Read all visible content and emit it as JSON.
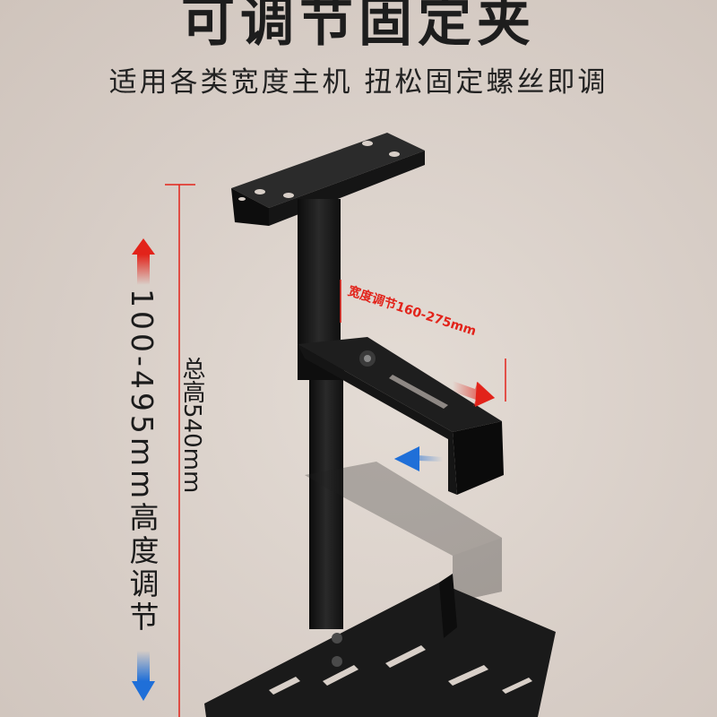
{
  "title": "可调节固定夹",
  "subtitle": "适用各类宽度主机 扭松固定螺丝即调",
  "height_adjust_label": "100-495mm高度调节",
  "total_height_label": "总高540mm",
  "width_adjust_label": "宽度调节160-275mm",
  "colors": {
    "red": "#e2231a",
    "blue": "#1f6fd8",
    "bracket": "#141414",
    "background": "#d8cfc8"
  }
}
